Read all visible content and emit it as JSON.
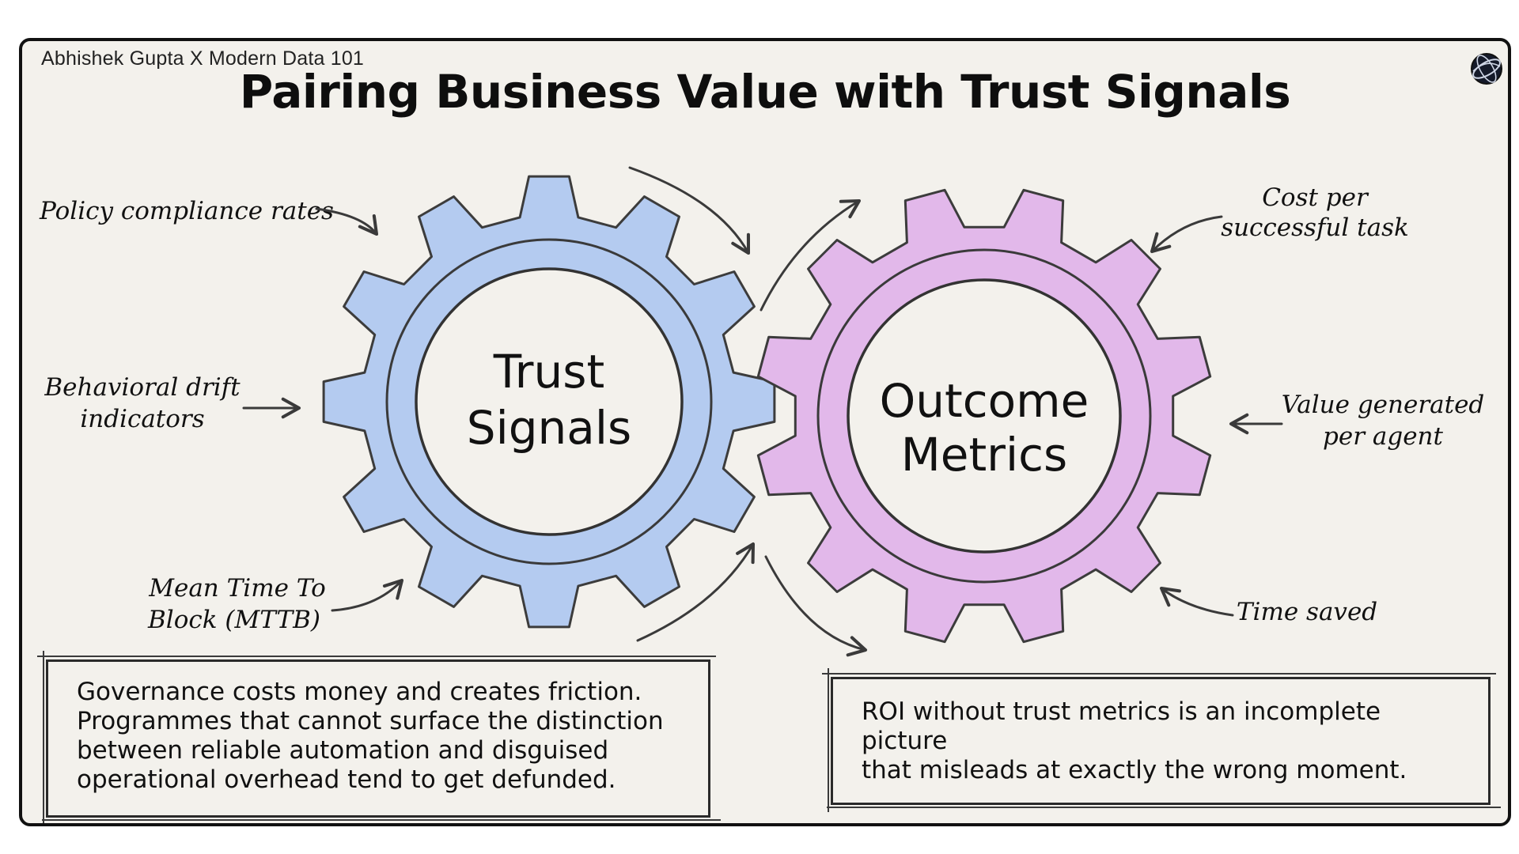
{
  "header": {
    "byline": "Abhishek Gupta X Modern Data 101",
    "title": "Pairing Business Value with Trust Signals"
  },
  "gears": {
    "left": {
      "line1": "Trust",
      "line2": "Signals",
      "color": "#b4cbf0",
      "edge": "#3c3c3c"
    },
    "right": {
      "line1": "Outcome",
      "line2": "Metrics",
      "color": "#e2b8ea",
      "edge": "#3c3c3c"
    }
  },
  "trust_signals": {
    "policy": "Policy compliance rates",
    "drift_line1": "Behavioral drift",
    "drift_line2": "indicators",
    "mttb_line1": "Mean Time To",
    "mttb_line2": "Block (MTTB)"
  },
  "outcome_metrics": {
    "cost_line1": "Cost per",
    "cost_line2": "successful task",
    "value_line1": "Value generated",
    "value_line2": "per agent",
    "time": "Time saved"
  },
  "notes": {
    "left_line1": "Governance costs money and creates friction.",
    "left_line2": "Programmes that cannot surface the distinction",
    "left_line3": "between reliable automation and disguised",
    "left_line4": "operational overhead tend to get defunded.",
    "right_line1": "ROI without trust metrics is an incomplete picture",
    "right_line2": "that misleads at exactly the wrong moment."
  },
  "icons": {
    "logo": "globe-icon"
  }
}
